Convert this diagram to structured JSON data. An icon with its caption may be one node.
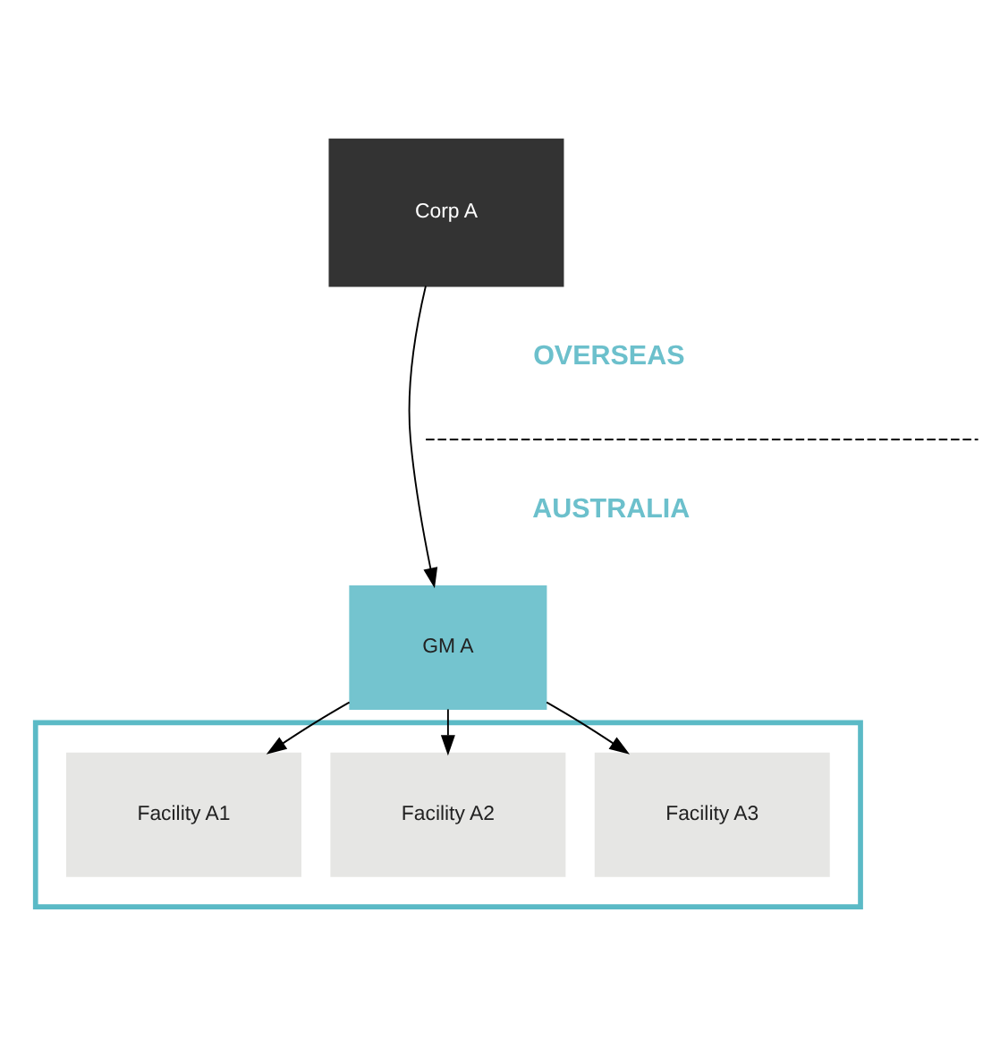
{
  "diagram": {
    "nodes": [
      {
        "text": [
          "Corp A"
        ]
      },
      {
        "text": [
          "GM A"
        ]
      },
      {
        "text": [],
        "shape": "box"
      },
      {
        "text": [
          "Facility A1"
        ],
        "in": 2
      },
      {
        "text": [
          "Facility A2"
        ],
        "in": 2
      },
      {
        "text": [
          "Facility A3"
        ],
        "in": 2
      }
    ],
    "edges": [
      {
        "from": 0,
        "to": 1,
        "arrow": "to"
      },
      {
        "from": 1,
        "to": 3,
        "arrow": "to"
      },
      {
        "from": 1,
        "to": 4,
        "arrow": "to"
      },
      {
        "from": 1,
        "to": 5,
        "arrow": "to"
      }
    ],
    "labels": [
      "OVERSEAS",
      "AUSTRALIA"
    ]
  }
}
